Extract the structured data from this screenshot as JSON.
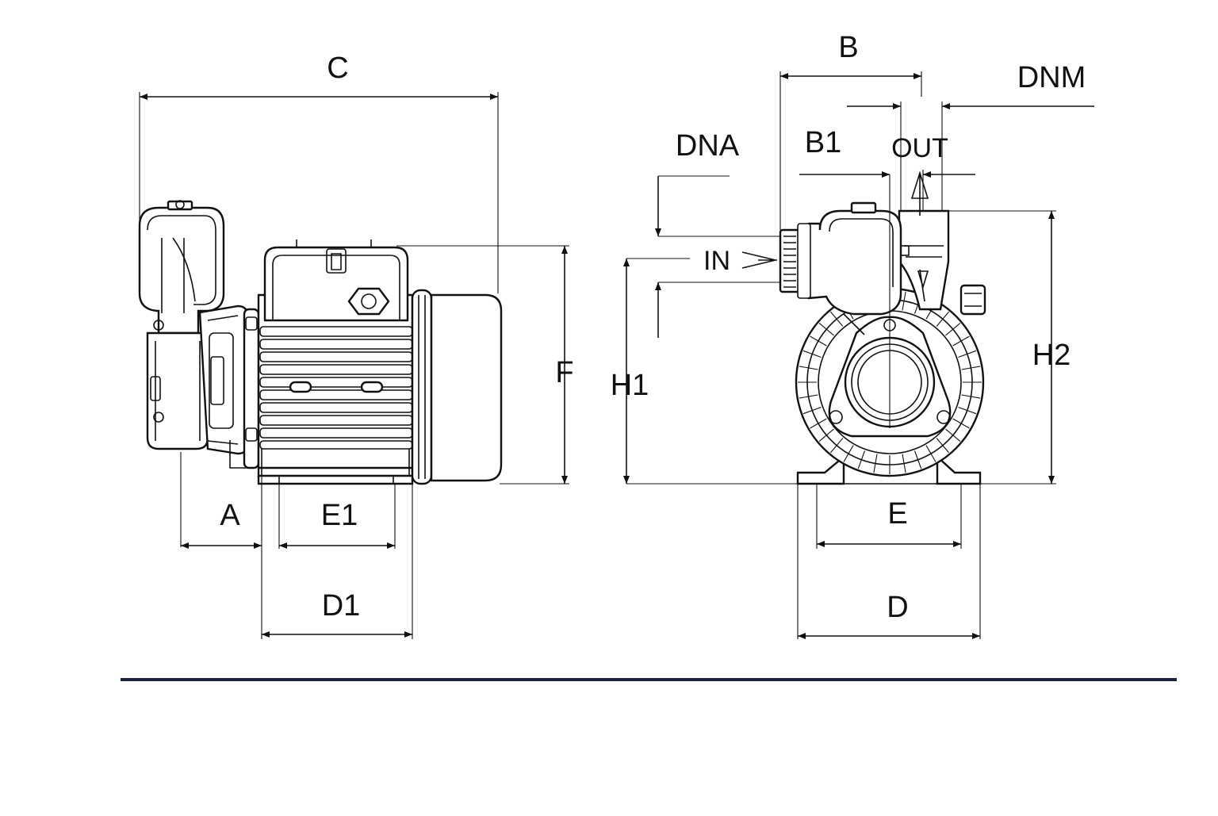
{
  "diagram": {
    "labels": {
      "C": "C",
      "F": "F",
      "A": "A",
      "E1": "E1",
      "D1": "D1",
      "B": "B",
      "DNM": "DNM",
      "DNA": "DNA",
      "B1": "B1",
      "OUT": "OUT",
      "IN": "IN",
      "H1": "H1",
      "H2": "H2",
      "E": "E",
      "D": "D"
    },
    "colors": {
      "line": "#111111",
      "rule": "#1a2240"
    }
  }
}
